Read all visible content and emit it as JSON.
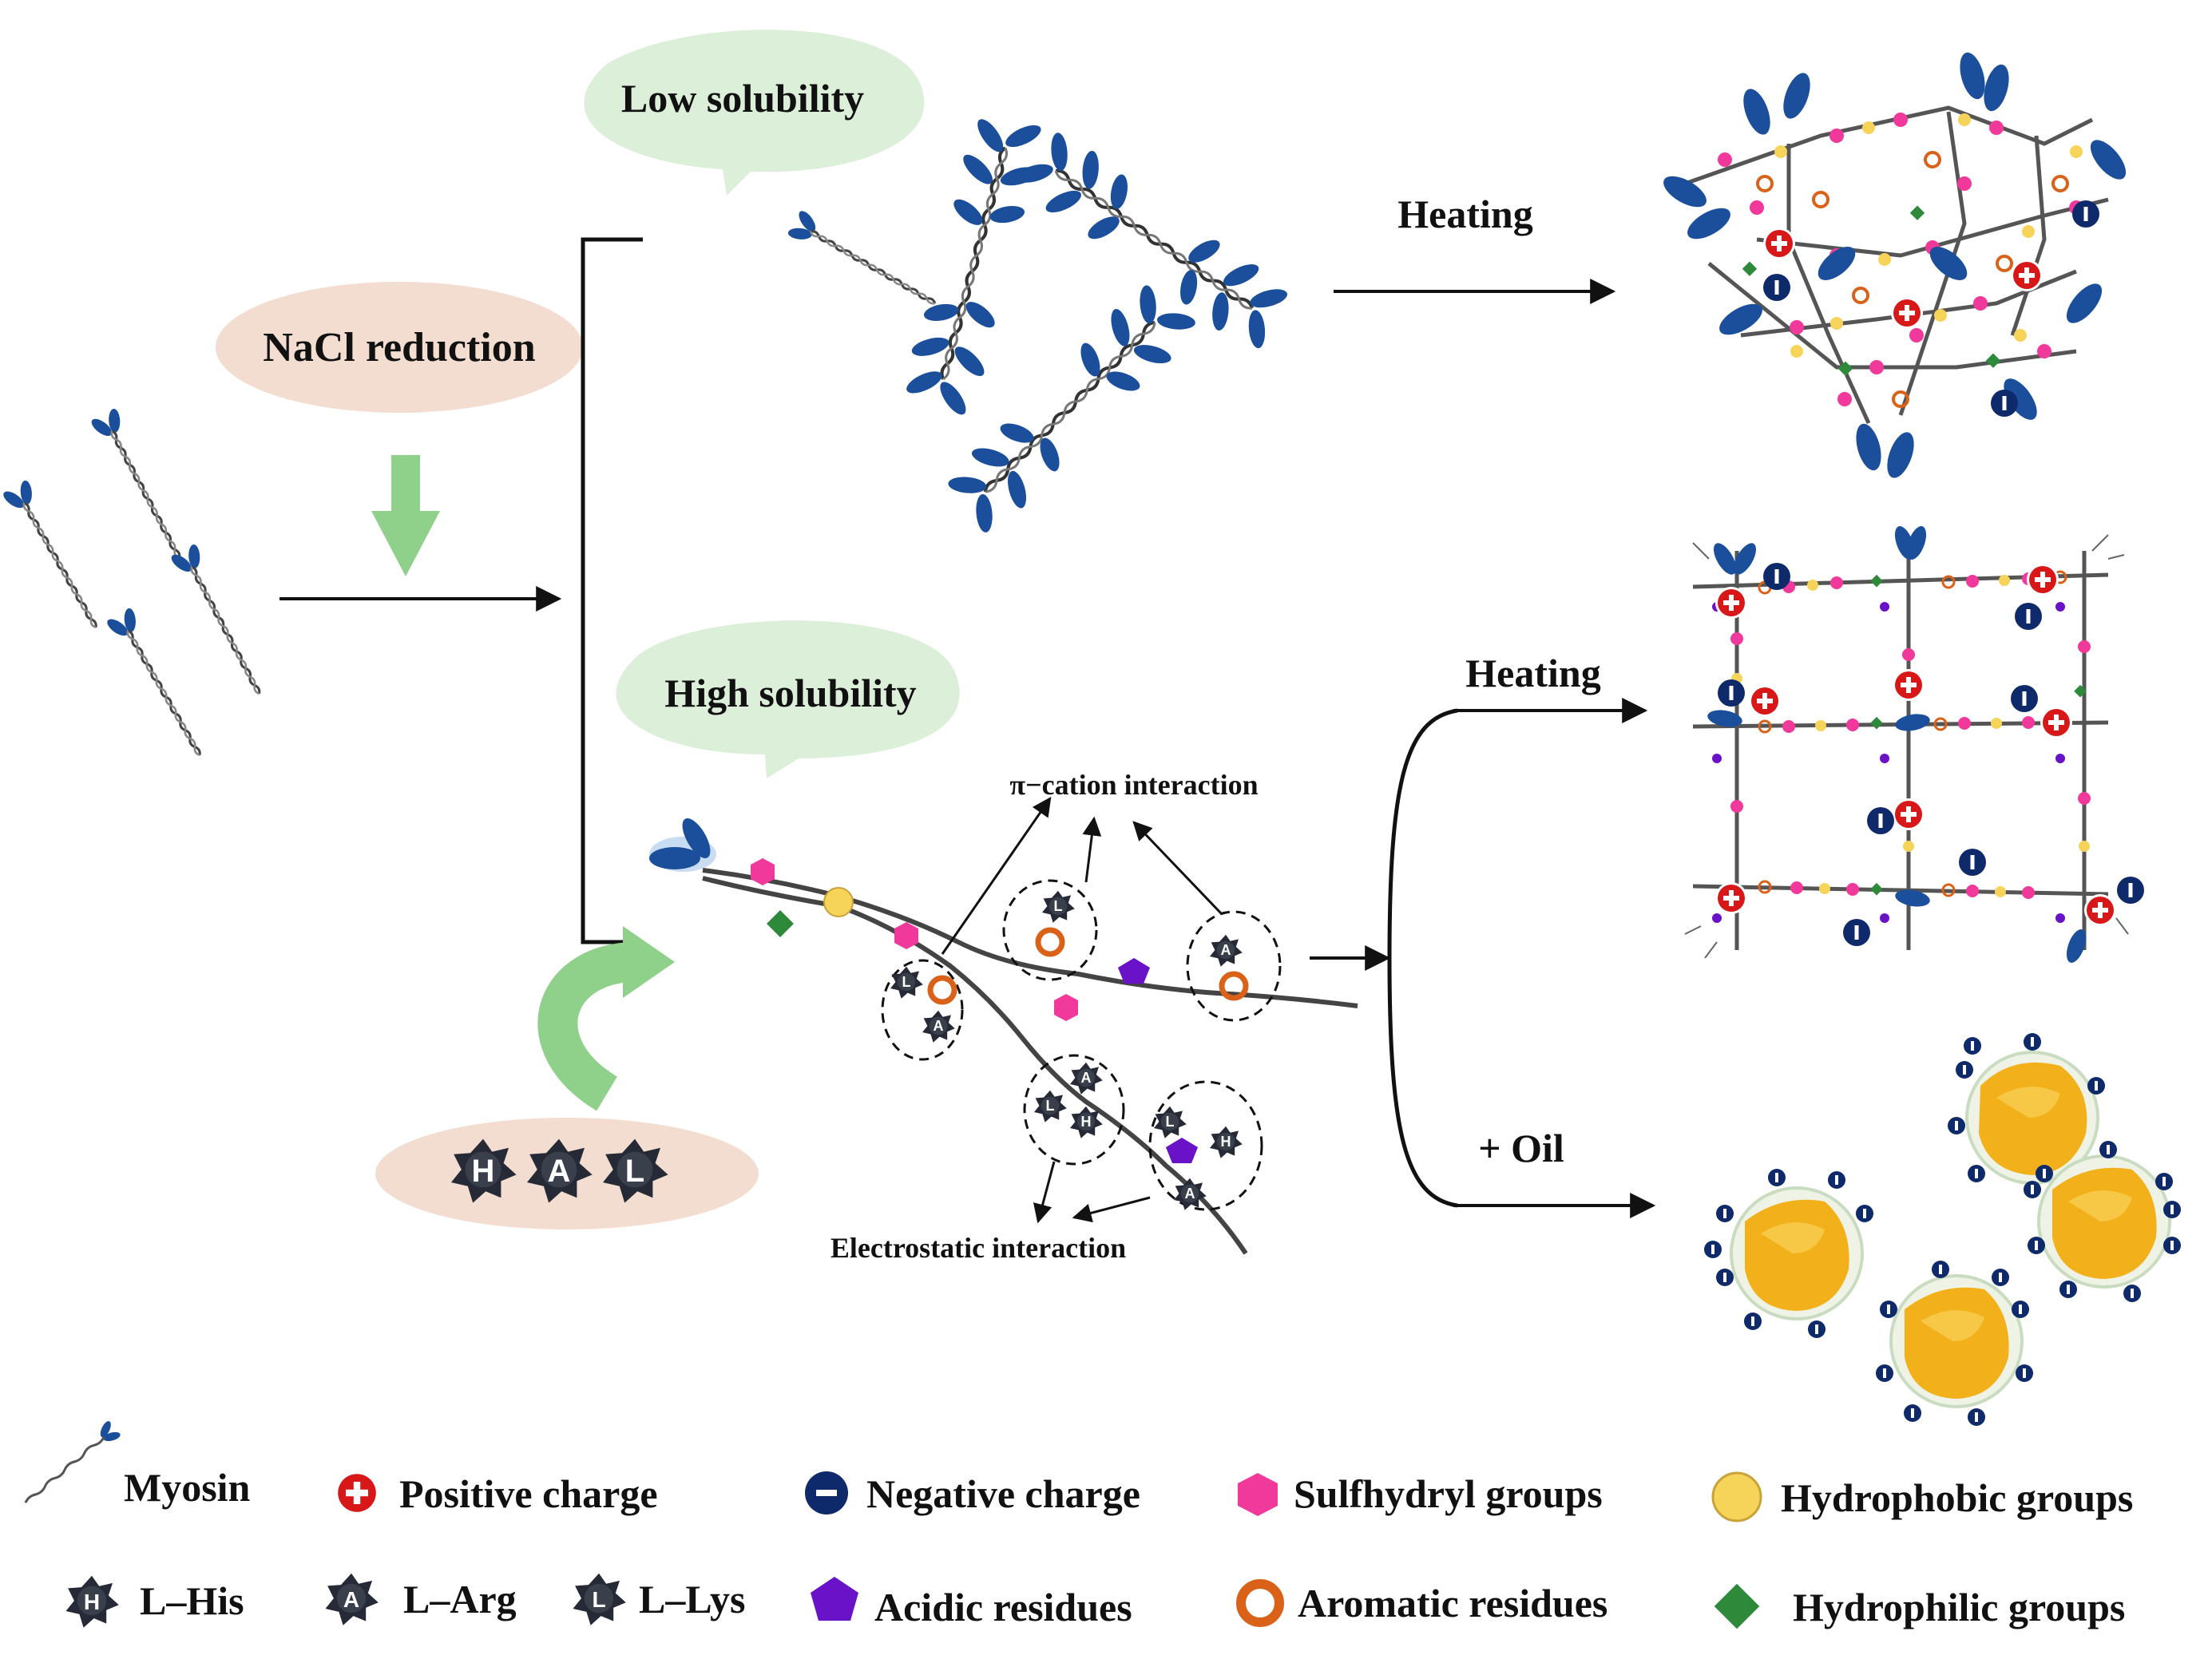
{
  "bubbles": {
    "low_solubility": "Low solubility",
    "nacl_reduction": "NaCl reduction",
    "high_solubility": "High solubility"
  },
  "hal_letters": [
    "H",
    "A",
    "L"
  ],
  "arrows": {
    "heating_top": "Heating",
    "heating_mid": "Heating",
    "oil": "+ Oil"
  },
  "interactions": {
    "pi_cation": "π−cation interaction",
    "electrostatic": "Electrostatic interaction"
  },
  "legend": {
    "myosin": "Myosin",
    "positive": "Positive charge",
    "negative": "Negative charge",
    "sulfhydryl": "Sulfhydryl groups",
    "hydrophobic": "Hydrophobic groups",
    "his": "L–His",
    "arg": "L–Arg",
    "lys": "L–Lys",
    "acidic": "Acidic residues",
    "aromatic": "Aromatic residues",
    "hydrophilic": "Hydrophilic groups"
  },
  "colors": {
    "bubble_green": "#dcefd8",
    "bubble_tan": "#f2ddd0",
    "arrow_green": "#8fd08a",
    "myosin_head": "#1b4f9c",
    "positive": "#d81818",
    "negative": "#0f2a6b",
    "sulfhydryl": "#f0399a",
    "hydrophobic": "#f6d45a",
    "acidic": "#6a12c8",
    "aromatic": "#d96218",
    "hydrophilic": "#2e8a3a",
    "droplet": "#f2b11a"
  }
}
